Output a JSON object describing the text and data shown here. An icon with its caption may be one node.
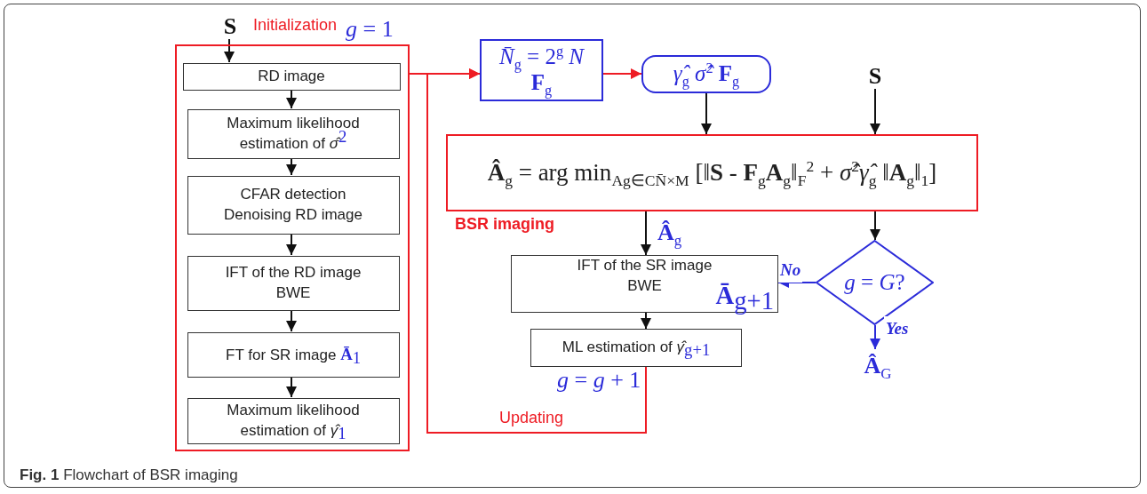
{
  "diagram": {
    "caption": "**Fig. 1** Flowchart of BSR imaging",
    "nodes": [
      {
        "text": [
          "Initialization",
          "*g* = 1"
        ]
      },
      {
        "text": [
          "RD image"
        ],
        "in": 0
      },
      {
        "text": [
          "Maximum likelihood estimation of *σ̂*$^{2}$"
        ],
        "in": 0
      },
      {
        "text": [
          "CFAR detection Denoising RD image"
        ],
        "in": 0
      },
      {
        "text": [
          "IFT of the RD image BWE"
        ],
        "in": 0
      },
      {
        "text": [
          "FT for SR image **Ā**$_{1}$"
        ],
        "in": 0
      },
      {
        "text": [
          "Maximum likelihood estimation of *γ̂*$_{1}$"
        ],
        "in": 0
      },
      {
        "text": [
          "S"
        ]
      },
      {
        "text": [
          "*N̄*$_{g}$ = 2$^{g}$ *N*",
          "**F**$_{g}$"
        ]
      },
      {
        "text": [
          "*γ̂*$_{g}$ *σ̂*$^{2}$ **F**$_{g}$"
        ]
      },
      {
        "text": [
          "**Â**$_{g}$ = arg min$_{Ag∈CN̄×M}$ [‖**S** - **F**$_{g}$**A**$_{g}$‖$_{F}$$^{2}$ + *σ̂*$^{2}$*γ̂*$_{g}$ ‖**A**$_{g}$‖$_{1}$]",
          "BSR imaging"
        ]
      },
      {
        "text": [
          "S"
        ]
      },
      {
        "text": [
          "IFT of the SR image BWE",
          "**Ā**$_{g+1}$"
        ]
      },
      {
        "text": [
          "ML estimation of *γ̂*$_{g+1}$"
        ],
        "beside": [
          "*g* = *g* + 1"
        ]
      },
      {
        "text": [
          "*g* = *G*?"
        ]
      },
      {
        "text": [
          "**Â**$_{G}$"
        ]
      }
    ],
    "edges": [
      {
        "from": 7,
        "to": 1,
        "arrow": "to"
      },
      {
        "from": 1,
        "to": 2,
        "arrow": "to"
      },
      {
        "from": 2,
        "to": 3,
        "arrow": "to"
      },
      {
        "from": 3,
        "to": 4,
        "arrow": "to"
      },
      {
        "from": 4,
        "to": 5,
        "arrow": "to"
      },
      {
        "from": 5,
        "to": 6,
        "arrow": "to"
      },
      {
        "from": 0,
        "to": 8,
        "arrow": "to",
        "color": "#ee1c24"
      },
      {
        "from": 13,
        "to": 8,
        "arrow": "to",
        "label": "Updating",
        "color": "#ee1c24"
      },
      {
        "from": 8,
        "to": 9,
        "arrow": "to",
        "color": "#ee1c24"
      },
      {
        "from": 9,
        "to": 10,
        "arrow": "to"
      },
      {
        "from": 11,
        "to": 10,
        "arrow": "to"
      },
      {
        "from": 10,
        "to": 12,
        "arrow": "to",
        "label": "**Â**$_{g}$"
      },
      {
        "from": 10,
        "to": 14,
        "arrow": "to"
      },
      {
        "from": 14,
        "to": 12,
        "arrow": "to",
        "label": "No",
        "color": "#2b2bd9"
      },
      {
        "from": 14,
        "to": 15,
        "arrow": "to",
        "label": "Yes",
        "color": "#2b2bd9"
      },
      {
        "from": 12,
        "to": 13,
        "arrow": "to"
      }
    ]
  }
}
